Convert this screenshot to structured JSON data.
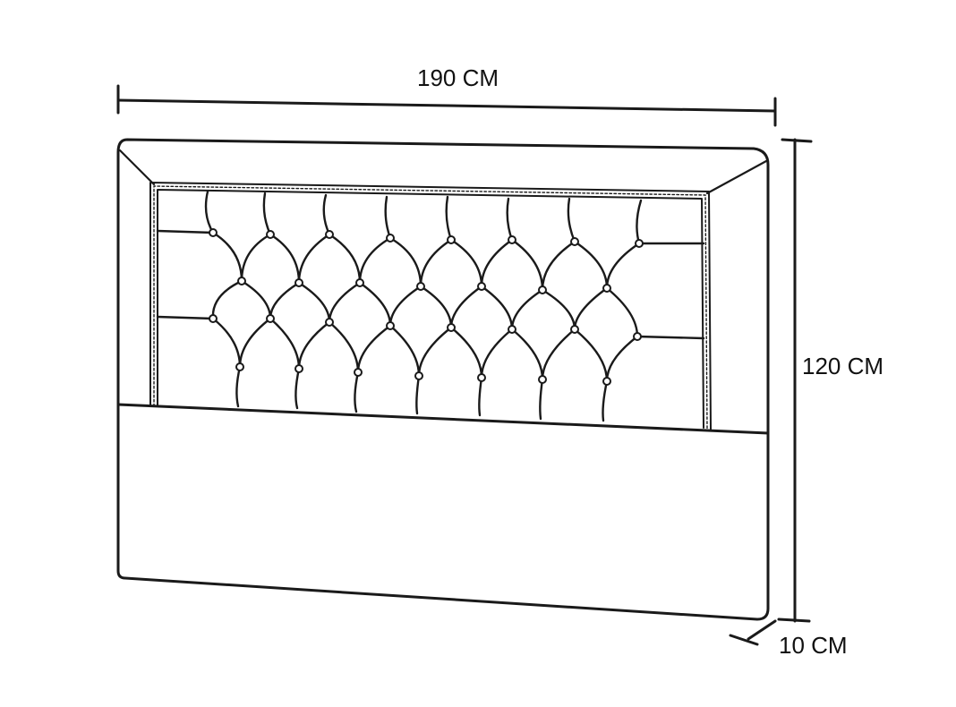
{
  "dimensions": {
    "width_label": "190 CM",
    "height_label": "120 CM",
    "depth_label": "10 CM"
  },
  "colors": {
    "line": "#1a1a1a",
    "background": "#ffffff"
  }
}
